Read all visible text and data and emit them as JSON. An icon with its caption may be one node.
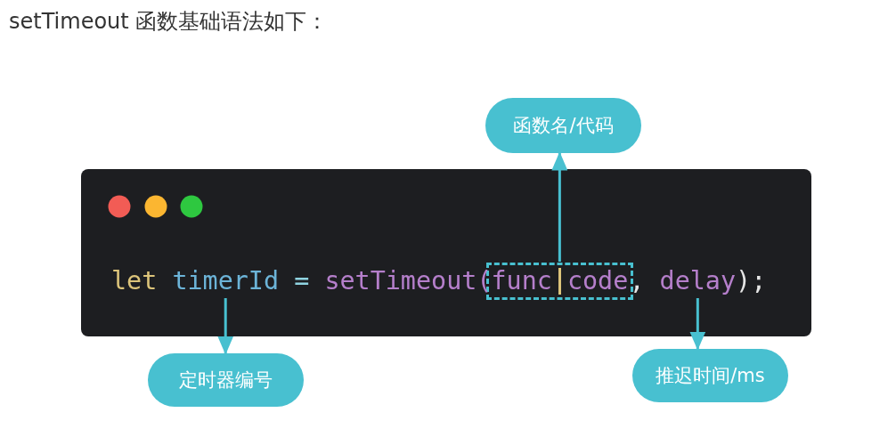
{
  "diagram": {
    "title": "setTimeout 函数基础语法如下：",
    "nodes": [
      {
        "text": [],
        "shape": "box"
      },
      {
        "text": [
          "timerId"
        ],
        "in": 0
      },
      {
        "text": [
          "func",
          "code"
        ],
        "in": 0
      },
      {
        "text": [
          "delay"
        ],
        "in": 0
      },
      {
        "text": [
          "函数名/代码"
        ]
      },
      {
        "text": [
          "定时器编号"
        ]
      },
      {
        "text": [
          "推迟时间/ms"
        ]
      }
    ],
    "edges": [
      {
        "from": 2,
        "to": 4,
        "arrow": "to"
      },
      {
        "from": 1,
        "to": 5,
        "arrow": "to"
      },
      {
        "from": 3,
        "to": 6,
        "arrow": "to"
      }
    ],
    "labels": [
      "let",
      "=",
      "setTimeout(",
      ",",
      ");"
    ]
  }
}
